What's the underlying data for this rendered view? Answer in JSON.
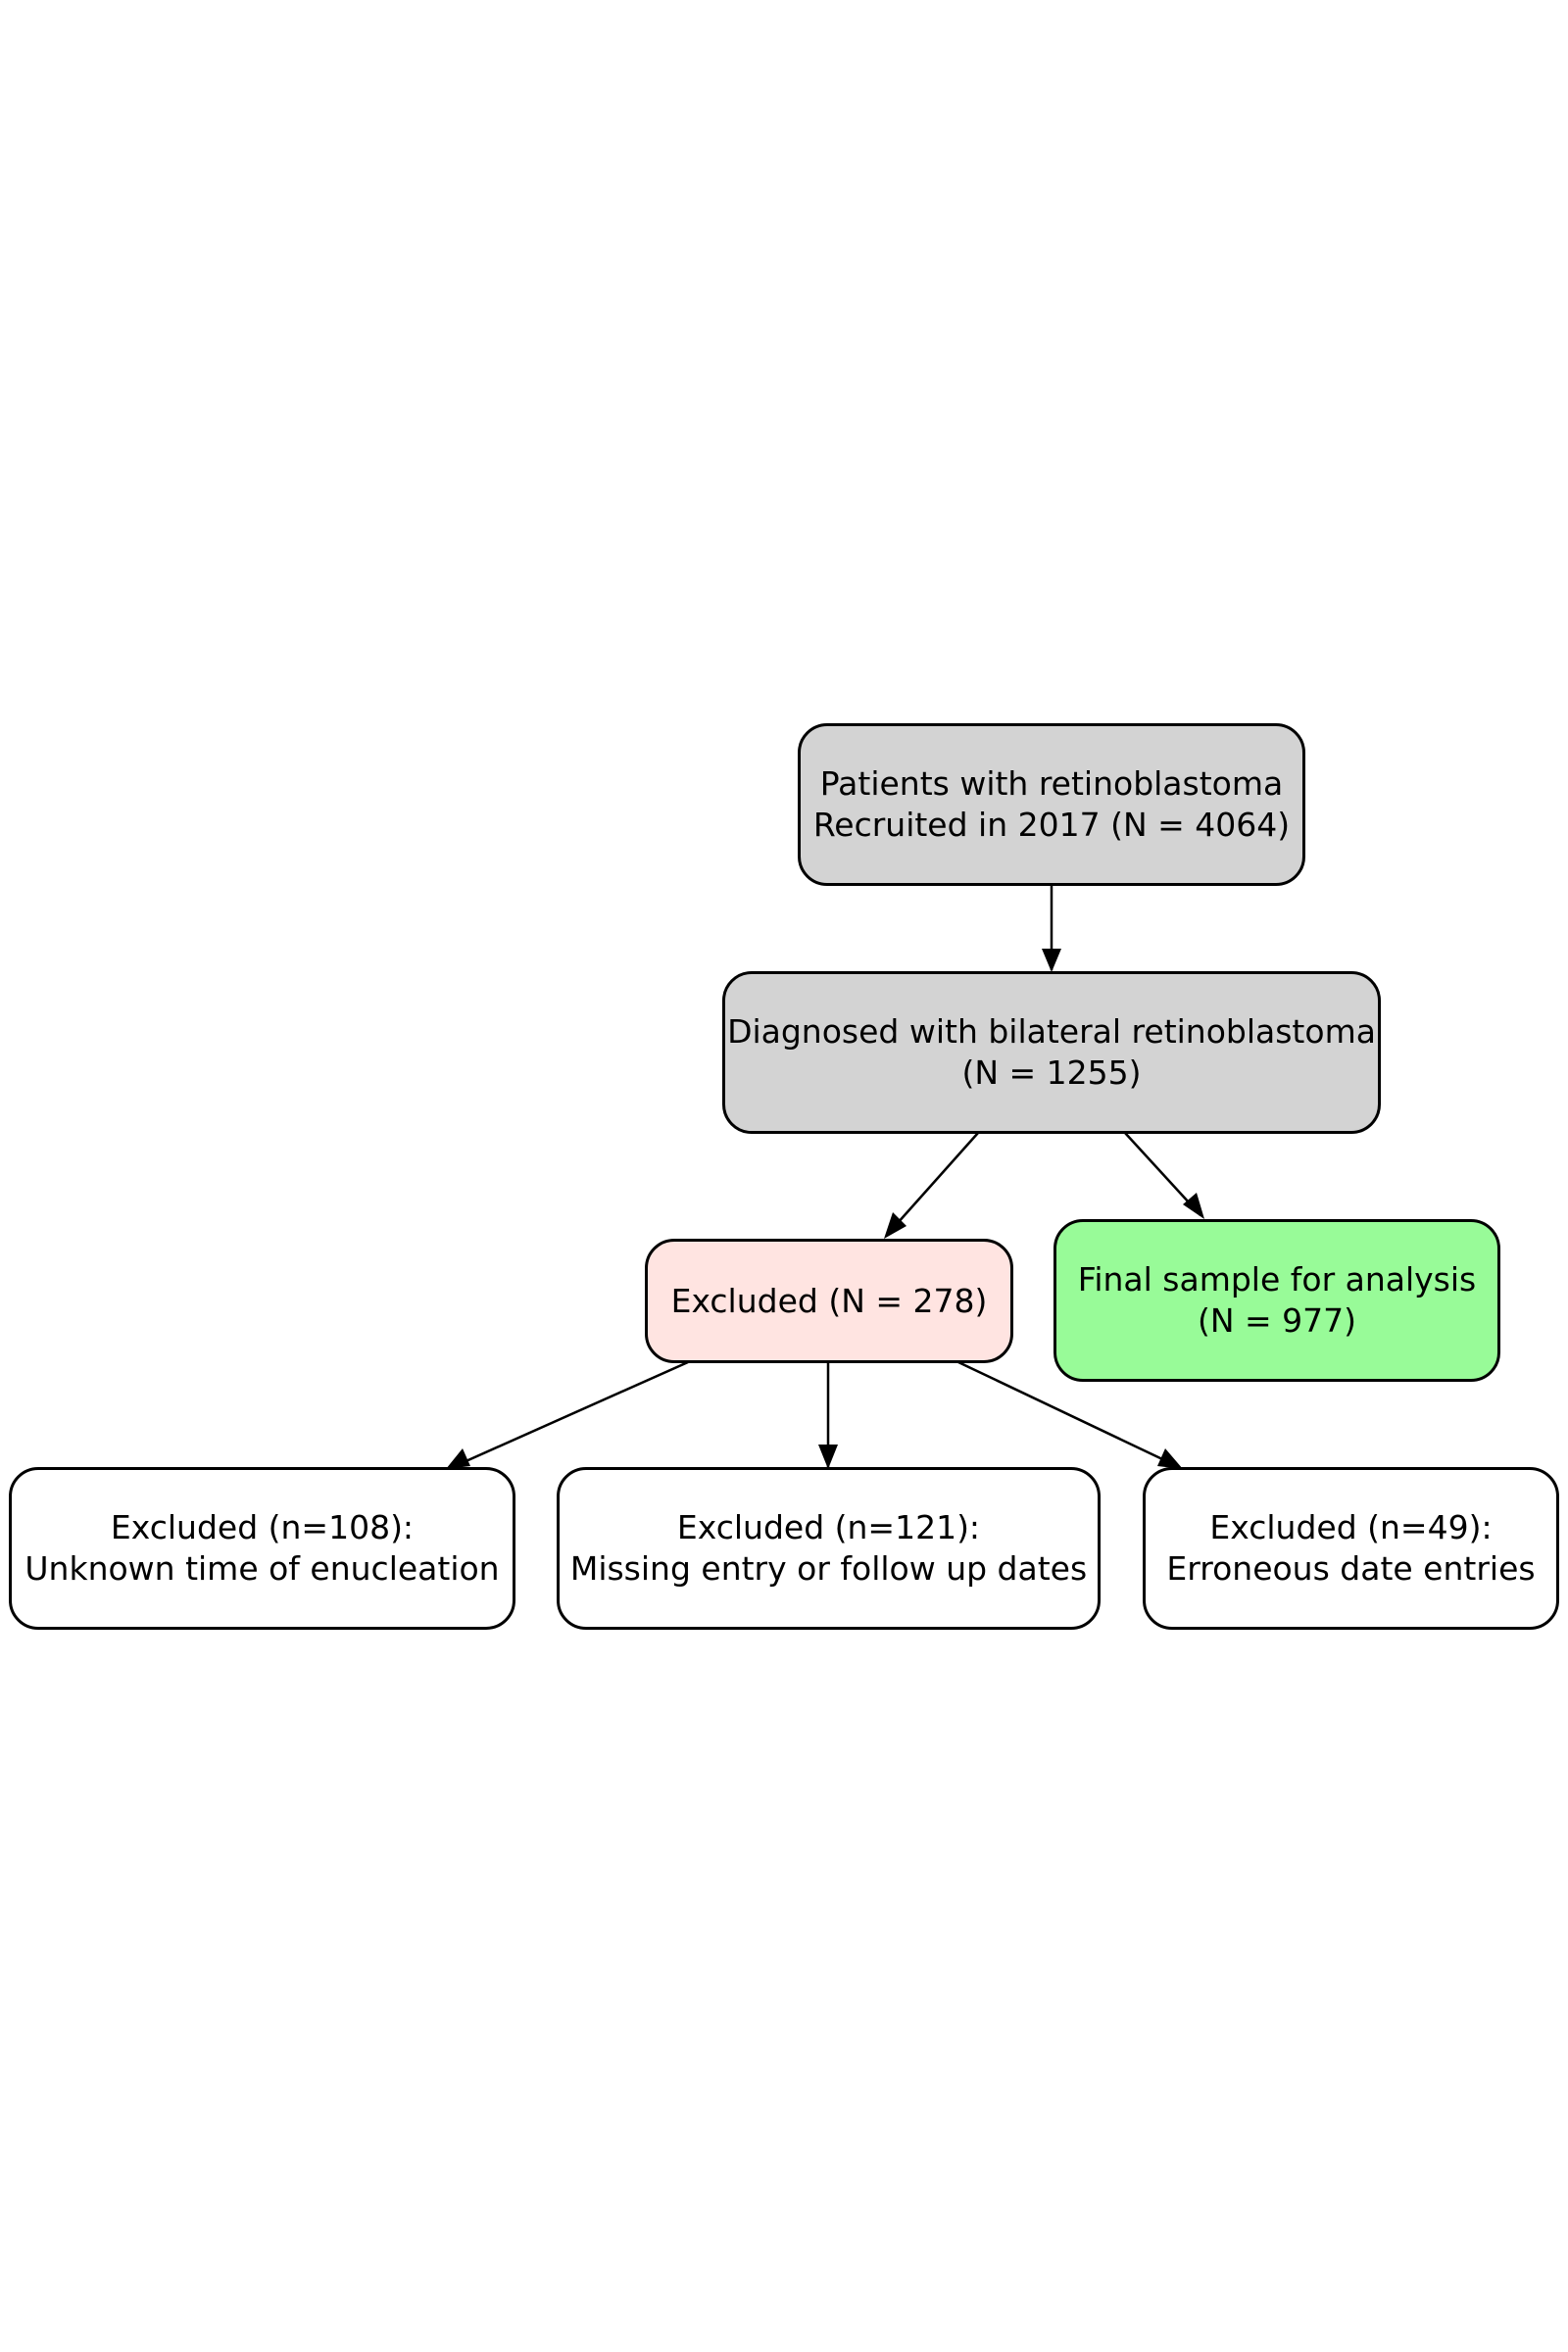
{
  "colors": {
    "gray_fill": "#d3d3d3",
    "excluded_fill": "#ffe4e1",
    "final_fill": "#98fb98",
    "white_fill": "#ffffff",
    "stroke": "#000000"
  },
  "nodes": {
    "patients": {
      "line1": "Patients with retinoblastoma",
      "line2": "Recruited in 2017 (N = 4064)"
    },
    "diagnosed": {
      "line1": "Diagnosed with bilateral retinoblastoma",
      "line2": "(N = 1255)"
    },
    "excluded": {
      "line1": "Excluded (N = 278)"
    },
    "final": {
      "line1": "Final sample for analysis",
      "line2": "(N = 977)"
    },
    "excluded_108": {
      "line1": "Excluded (n=108):",
      "line2": "Unknown time of enucleation"
    },
    "excluded_121": {
      "line1": "Excluded (n=121):",
      "line2": "Missing entry or follow up dates"
    },
    "excluded_49": {
      "line1": "Excluded (n=49):",
      "line2": "Erroneous date entries"
    }
  }
}
